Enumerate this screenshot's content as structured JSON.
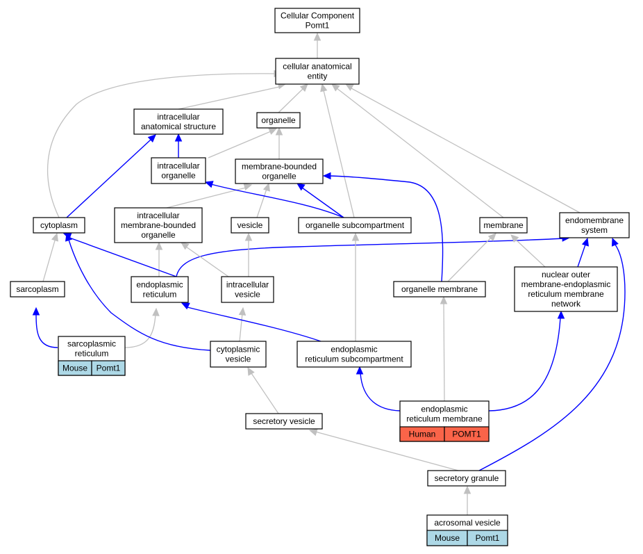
{
  "colors": {
    "is_a_edge": "#c0c0c0",
    "part_of_edge": "#0000ff",
    "mouse_cell": "#add8e6",
    "human_cell": "#fa6449"
  },
  "nodes": {
    "root": {
      "lines": [
        "Cellular Component",
        "Pomt1"
      ]
    },
    "cae": {
      "lines": [
        "cellular anatomical",
        "entity"
      ]
    },
    "ias": {
      "lines": [
        "intracellular",
        "anatomical structure"
      ]
    },
    "organelle": {
      "lines": [
        "organelle"
      ]
    },
    "io": {
      "lines": [
        "intracellular",
        "organelle"
      ]
    },
    "mbo": {
      "lines": [
        "membrane-bounded",
        "organelle"
      ]
    },
    "cytoplasm": {
      "lines": [
        "cytoplasm"
      ]
    },
    "imbo": {
      "lines": [
        "intracellular",
        "membrane-bounded",
        "organelle"
      ]
    },
    "vesicle": {
      "lines": [
        "vesicle"
      ]
    },
    "osub": {
      "lines": [
        "organelle subcompartment"
      ]
    },
    "membrane": {
      "lines": [
        "membrane"
      ]
    },
    "endomem": {
      "lines": [
        "endomembrane",
        "system"
      ]
    },
    "sarcoplasm": {
      "lines": [
        "sarcoplasm"
      ]
    },
    "er": {
      "lines": [
        "endoplasmic",
        "reticulum"
      ]
    },
    "iv": {
      "lines": [
        "intracellular",
        "vesicle"
      ]
    },
    "om": {
      "lines": [
        "organelle membrane"
      ]
    },
    "nomer": {
      "lines": [
        "nuclear outer",
        "membrane-endoplasmic",
        "reticulum membrane",
        "network"
      ]
    },
    "sr": {
      "lines": [
        "sarcoplasmic",
        "reticulum"
      ],
      "tags": [
        "Mouse",
        "Pomt1"
      ]
    },
    "cv": {
      "lines": [
        "cytoplasmic",
        "vesicle"
      ]
    },
    "ersub": {
      "lines": [
        "endoplasmic",
        "reticulum subcompartment"
      ]
    },
    "erm": {
      "lines": [
        "endoplasmic",
        "reticulum membrane"
      ],
      "tags": [
        "Human",
        "POMT1"
      ]
    },
    "sv": {
      "lines": [
        "secretory vesicle"
      ]
    },
    "sg": {
      "lines": [
        "secretory granule"
      ]
    },
    "av": {
      "lines": [
        "acrosomal vesicle"
      ],
      "tags": [
        "Mouse",
        "Pomt1"
      ]
    }
  }
}
